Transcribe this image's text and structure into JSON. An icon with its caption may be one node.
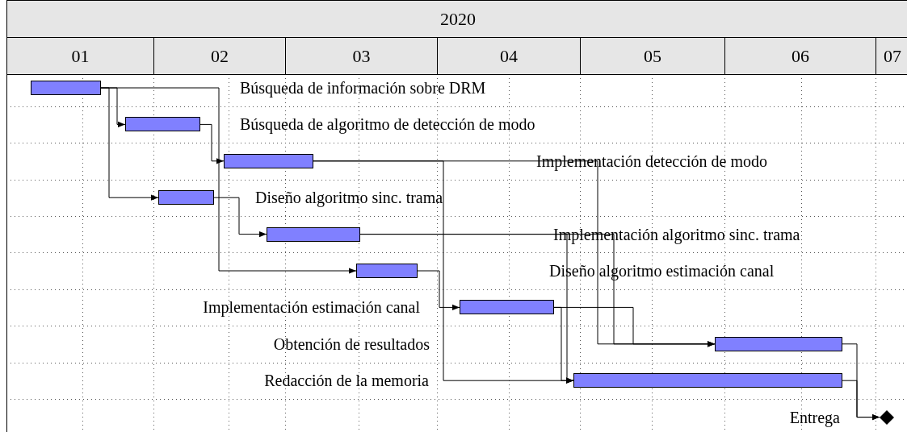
{
  "diagram": {
    "nodes": [
      {
        "text": [],
        "shape": "bar"
      },
      {
        "text": [],
        "shape": "bar"
      },
      {
        "text": [],
        "shape": "bar"
      },
      {
        "text": [],
        "shape": "bar"
      },
      {
        "text": [],
        "shape": "bar"
      },
      {
        "text": [],
        "shape": "bar"
      },
      {
        "text": [],
        "shape": "bar"
      },
      {
        "text": [],
        "shape": "bar"
      },
      {
        "text": [],
        "shape": "bar"
      },
      {
        "text": [],
        "shape": "diamond"
      }
    ],
    "edges": [
      {
        "from": 0,
        "to": 1,
        "arrow": "to"
      },
      {
        "from": 0,
        "to": 3,
        "arrow": "to"
      },
      {
        "from": 0,
        "to": 5,
        "arrow": "to"
      },
      {
        "from": 1,
        "to": 2,
        "arrow": "to"
      },
      {
        "from": 3,
        "to": 4,
        "arrow": "to"
      },
      {
        "from": 2,
        "to": 8,
        "arrow": "to"
      },
      {
        "from": 2,
        "to": 7,
        "arrow": "to"
      },
      {
        "from": 4,
        "to": 8,
        "arrow": "to"
      },
      {
        "from": 4,
        "to": 7,
        "arrow": "to"
      },
      {
        "from": 5,
        "to": 6,
        "arrow": "to"
      },
      {
        "from": 6,
        "to": 7,
        "arrow": "to"
      },
      {
        "from": 6,
        "to": 8,
        "arrow": "to"
      },
      {
        "from": 7,
        "to": 9,
        "arrow": "to"
      },
      {
        "from": 8,
        "to": 9,
        "arrow": "to"
      }
    ],
    "labels": [
      "2020",
      "01",
      "02",
      "03",
      "04",
      "05",
      "06",
      "07",
      "Búsqueda de información sobre DRM",
      "Búsqueda de algoritmo de detección de modo",
      "Implementación detección de modo",
      "Diseño algoritmo sinc. trama",
      "Implementación algoritmo sinc. trama",
      "Diseño algoritmo estimación canal",
      "Implementación estimación canal",
      "Obtención de resultados",
      "Redacción de la memoria",
      "Entrega"
    ]
  }
}
